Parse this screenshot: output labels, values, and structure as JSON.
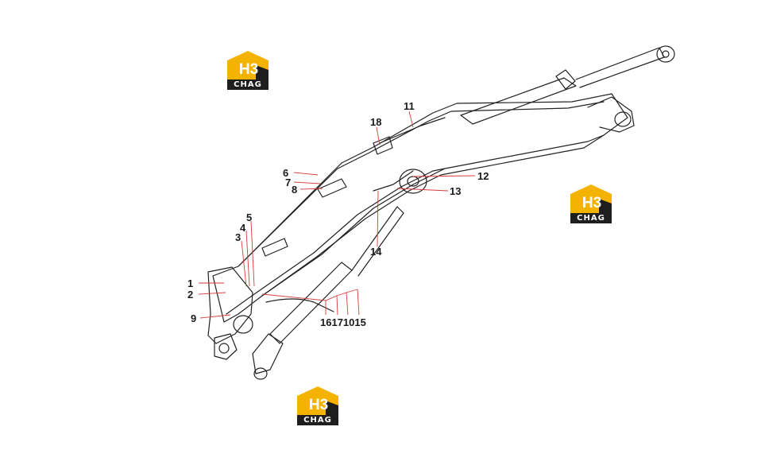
{
  "colors": {
    "line": "#222222",
    "leader": "#d83a3a",
    "logo_yellow": "#f3b300",
    "logo_dark": "#1e1e1e"
  },
  "logos": [
    {
      "mark": "H3",
      "caption": "CHAG"
    },
    {
      "mark": "H3",
      "caption": "CHAG"
    },
    {
      "mark": "H3",
      "caption": "CHAG"
    }
  ],
  "callouts": {
    "c1": "1",
    "c2": "2",
    "c3": "3",
    "c4": "4",
    "c5": "5",
    "c6": "6",
    "c7": "7",
    "c8": "8",
    "c9": "9",
    "c11": "11",
    "c12": "12",
    "c13": "13",
    "c14": "14",
    "c18": "18",
    "c_group": "16171015"
  }
}
